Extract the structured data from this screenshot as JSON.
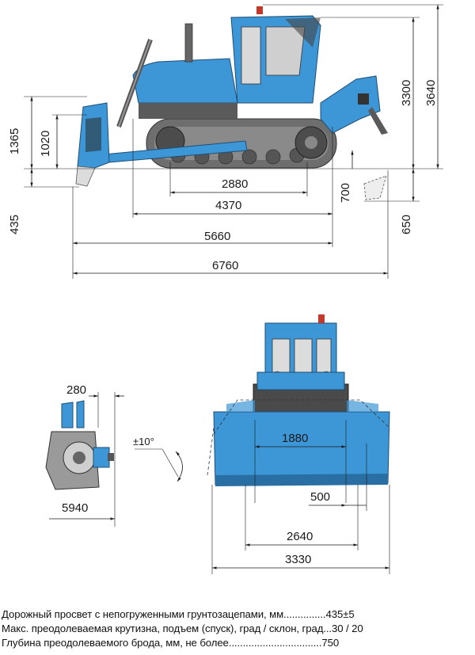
{
  "dims_side": {
    "d1365": "1365",
    "d1020": "1020",
    "d435": "435",
    "d2880": "2880",
    "d4370": "4370",
    "d5660": "5660",
    "d6760": "6760",
    "d700": "700",
    "d650": "650",
    "d3300": "3300",
    "d3640": "3640"
  },
  "dims_blade": {
    "d280": "280",
    "d5940": "5940",
    "angle": "±10°"
  },
  "dims_front": {
    "d1880": "1880",
    "d500": "500",
    "d2640": "2640",
    "d3330": "3330"
  },
  "colors": {
    "body": "#3d97d6",
    "body_dark": "#2a6fa3",
    "shade": "#5a5a5a",
    "track": "#6e6e6e"
  },
  "specs": [
    "Дорожный просвет с непогруженными грунтозацепами, мм...............435±5",
    "Макс. преодолеваемая крутизна, подъем (спуск), град / склон, град...30 / 20",
    "Глубина  преодолеваемого  брода,  мм,  не  более.................................750"
  ]
}
